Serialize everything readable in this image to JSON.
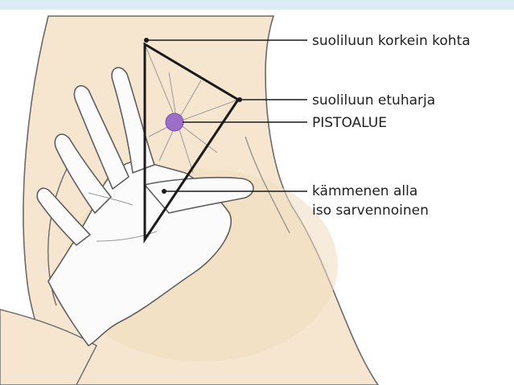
{
  "labels": {
    "highest_point": "suoliluun korkein kohta",
    "anterior_crest": "suoliluun etuharja",
    "injection_area": "PISTOALUE",
    "under_palm_line1": "kämmenen alla",
    "under_palm_line2": "iso sarvennoinen"
  },
  "colors": {
    "top_band": "#dcecf7",
    "skin": "#f6e6cf",
    "glove": "#fbfbfb",
    "outline": "#5a5a5a",
    "triangle": "#1a1a1a",
    "injection_dot": "#9b6fc8"
  }
}
